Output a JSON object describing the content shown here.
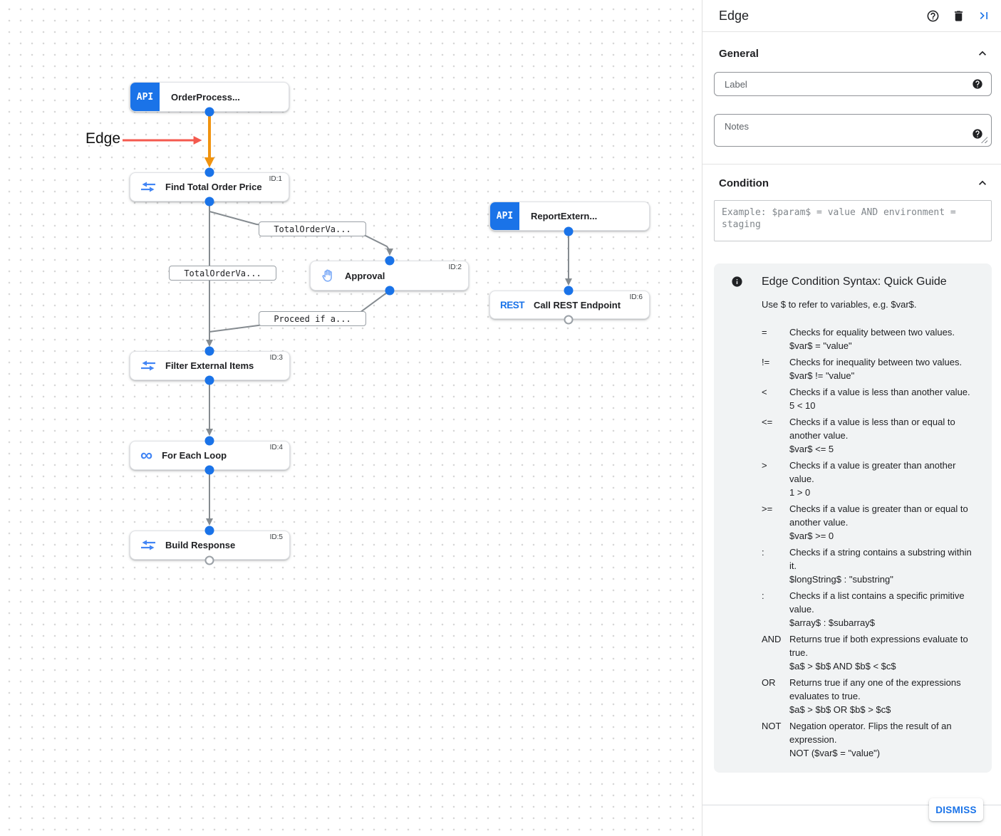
{
  "canvas": {
    "annotation": {
      "label": "Edge"
    },
    "nodes": {
      "order_process": {
        "badge": "API",
        "title": "OrderProcess..."
      },
      "find_total": {
        "id": "ID:1",
        "title": "Find Total Order Price"
      },
      "approval": {
        "id": "ID:2",
        "title": "Approval"
      },
      "report_extern": {
        "badge": "API",
        "title": "ReportExtern..."
      },
      "call_rest": {
        "id": "ID:6",
        "badge": "REST",
        "title": "Call REST Endpoint"
      },
      "filter_items": {
        "id": "ID:3",
        "title": "Filter External Items"
      },
      "for_each": {
        "id": "ID:4",
        "title": "For Each Loop",
        "icon_glyph": "∞"
      },
      "build_response": {
        "id": "ID:5",
        "title": "Build Response"
      }
    },
    "edge_labels": {
      "to_approval": "TotalOrderVa...",
      "to_filter": "TotalOrderVa...",
      "from_approval": "Proceed if a..."
    }
  },
  "panel": {
    "title": "Edge",
    "sections": {
      "general": "General",
      "condition": "Condition"
    },
    "fields": {
      "label_placeholder": "Label",
      "notes_placeholder": "Notes",
      "condition_placeholder": "Example: $param$ = value AND environment = staging"
    },
    "guide": {
      "title": "Edge Condition Syntax: Quick Guide",
      "intro": "Use $ to refer to variables, e.g. $var$.",
      "items": [
        {
          "term": "=",
          "desc": "Checks for equality between two values.",
          "example": "$var$ = \"value\""
        },
        {
          "term": "!=",
          "desc": "Checks for inequality between two values.",
          "example": "$var$ != \"value\""
        },
        {
          "term": "<",
          "desc": "Checks if a value is less than another value.",
          "example": "5 < 10"
        },
        {
          "term": "<=",
          "desc": "Checks if a value is less than or equal to another value.",
          "example": "$var$ <= 5"
        },
        {
          "term": ">",
          "desc": "Checks if a value is greater than another value.",
          "example": "1 > 0"
        },
        {
          "term": ">=",
          "desc": "Checks if a value is greater than or equal to another value.",
          "example": "$var$ >= 0"
        },
        {
          "term": ":",
          "desc": "Checks if a string contains a substring within it.",
          "example": "$longString$ : \"substring\""
        },
        {
          "term": ":",
          "desc": "Checks if a list contains a specific primitive value.",
          "example": "$array$ : $subarray$"
        },
        {
          "term": "AND",
          "desc": "Returns true if both expressions evaluate to true.",
          "example": "$a$ > $b$ AND $b$ < $c$"
        },
        {
          "term": "OR",
          "desc": "Returns true if any one of the expressions evaluates to true.",
          "example": "$a$ > $b$ OR $b$ > $c$"
        },
        {
          "term": "NOT",
          "desc": "Negation operator. Flips the result of an expression.",
          "example": "NOT ($var$ = \"value\")"
        }
      ]
    },
    "dismiss_label": "DISMISS"
  },
  "colors": {
    "accent_blue": "#1a73e8",
    "icon_blue": "#4285f4",
    "selected_edge_orange": "#f0930f",
    "annotation_red": "#f4594e",
    "edge_gray": "#858b90",
    "guide_background": "#f1f3f4"
  }
}
